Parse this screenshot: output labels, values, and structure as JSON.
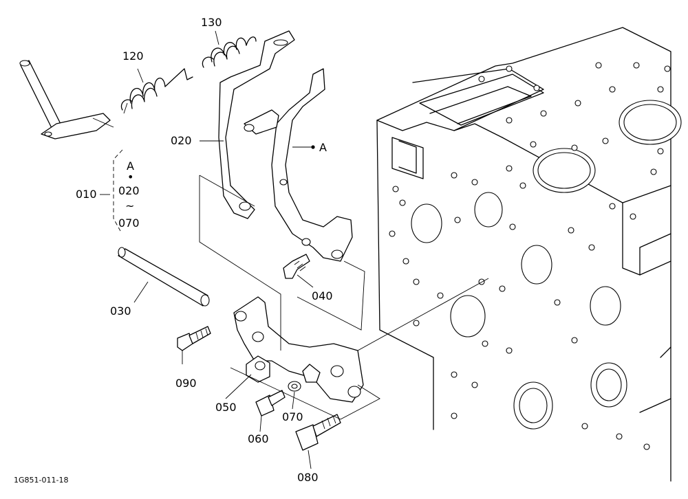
{
  "callouts": {
    "p010": "010",
    "p020": "020",
    "p030": "030",
    "p040": "040",
    "p050": "050",
    "p060": "060",
    "p070": "070",
    "p080": "080",
    "p090": "090",
    "p120": "120",
    "p130": "130",
    "ref_a": "A"
  },
  "group_010": {
    "line1": "A",
    "dot": "•",
    "line2": "020",
    "tilde": "~",
    "line3": "070"
  },
  "figure_code": "1G851-011-18"
}
